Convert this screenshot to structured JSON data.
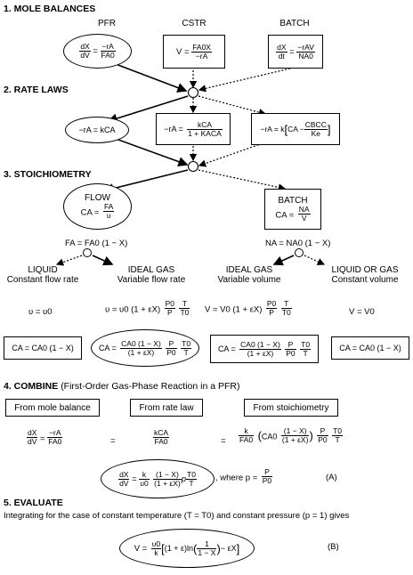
{
  "sections": {
    "s1": "1. MOLE BALANCES",
    "s2": "2. RATE LAWS",
    "s3": "3. STOICHIOMETRY",
    "s4": "4. COMBINE",
    "s4_sub": "(First-Order Gas-Phase Reaction in a PFR)",
    "s5": "5.  EVALUATE"
  },
  "mole_balances": {
    "pfr_label": "PFR",
    "cstr_label": "CSTR",
    "batch_label": "BATCH",
    "pfr_lhs_num": "dX",
    "pfr_lhs_den": "dV",
    "pfr_rhs_num": "−rA",
    "pfr_rhs_den": "FA0",
    "cstr_lhs": "V",
    "cstr_num": "FA0X",
    "cstr_den": "−rA",
    "batch_lhs_num": "dX",
    "batch_lhs_den": "dt",
    "batch_rhs_num": "−rAV",
    "batch_rhs_den": "NA0"
  },
  "rate_laws": {
    "r1": "−rA = kCA",
    "r2_lhs": "−rA =",
    "r2_num": "kCA",
    "r2_den": "1 + KACA",
    "r3_lhs": "−rA = k",
    "r3_ca": "CA −",
    "r3_num": "CBCC",
    "r3_den": "Ke"
  },
  "stoich": {
    "flow_label": "FLOW",
    "flow_lhs": "CA =",
    "flow_num": "FA",
    "flow_den": "υ",
    "batch_label": "BATCH",
    "batch_lhs": "CA =",
    "batch_num": "NA",
    "batch_den": "V",
    "flow_eq": "FA = FA0 (1 − X)",
    "batch_eq": "NA = NA0 (1 − X)",
    "liquid": "LIQUID",
    "liquid_sub": "Constant flow rate",
    "ideal_gas": "IDEAL GAS",
    "ideal_gas_sub": "Variable flow rate",
    "ideal_gas2": "IDEAL GAS",
    "ideal_gas2_sub": "Variable volume",
    "liq_or_gas": "LIQUID OR GAS",
    "liq_or_gas_sub": "Constant volume",
    "e1": "υ = υ0",
    "e2": "υ = υ0 (1 + εX)",
    "e2_num": "P0",
    "e2_den": "P",
    "e2_num2": "T",
    "e2_den2": "T0",
    "e3": "V = V0 (1 + εX)",
    "e3_num": "P0",
    "e3_den": "P",
    "e3_num2": "T",
    "e3_den2": "T0",
    "e4": "V = V0",
    "c1": "CA = CA0 (1 − X)",
    "c2_lhs": "CA =",
    "c2_num": "CA0 (1 − X)",
    "c2_den": "(1 + εX)",
    "c2_p_num": "P",
    "c2_p_den": "P0",
    "c2_t_num": "T0",
    "c2_t_den": "T",
    "c3_lhs": "CA =",
    "c3_num": "CA0 (1 − X)",
    "c3_den": "(1 + εX)",
    "c3_p_num": "P",
    "c3_p_den": "P0",
    "c3_t_num": "T0",
    "c3_t_den": "T",
    "c4": "CA = CA0 (1 − X)"
  },
  "combine": {
    "b1": "From mole balance",
    "b2": "From rate law",
    "b3": "From stoichiometry",
    "lhs_num": "dX",
    "lhs_den": "dV",
    "rhs1_num": "−rA",
    "rhs1_den": "FA0",
    "eq": "=",
    "eq2": "=",
    "rhs2_num": "kCA",
    "rhs2_den": "FA0",
    "rhs3_k_num": "k",
    "rhs3_k_den": "FA0",
    "rhs3_ca": "CA0",
    "rhs3_x_num": "(1 − X)",
    "rhs3_x_den": "(1 + εX)",
    "rhs3_p_num": "P",
    "rhs3_p_den": "P0",
    "rhs3_t_num": "T0",
    "rhs3_t_den": "T",
    "fin_lhs_num": "dX",
    "fin_lhs_den": "dV",
    "fin_k_num": "k",
    "fin_k_den": "υ0",
    "fin_x_num": "(1 − X)",
    "fin_x_den": "(1 + εX)",
    "fin_p": "p",
    "fin_t_num": "T0",
    "fin_t_den": "T",
    "where": ", where p =",
    "where_num": "P",
    "where_den": "P0",
    "tagA": "(A)"
  },
  "evaluate": {
    "text": "Integrating for the case of constant temperature (T = T0) and constant pressure (p = 1) gives",
    "v_lhs": "V =",
    "v_num": "υ0",
    "v_den": "k",
    "v_body1": "(1 + ε)ln",
    "v_in_num": "1",
    "v_in_den": "1 − X",
    "v_body2": "− εX",
    "tagB": "(B)"
  }
}
